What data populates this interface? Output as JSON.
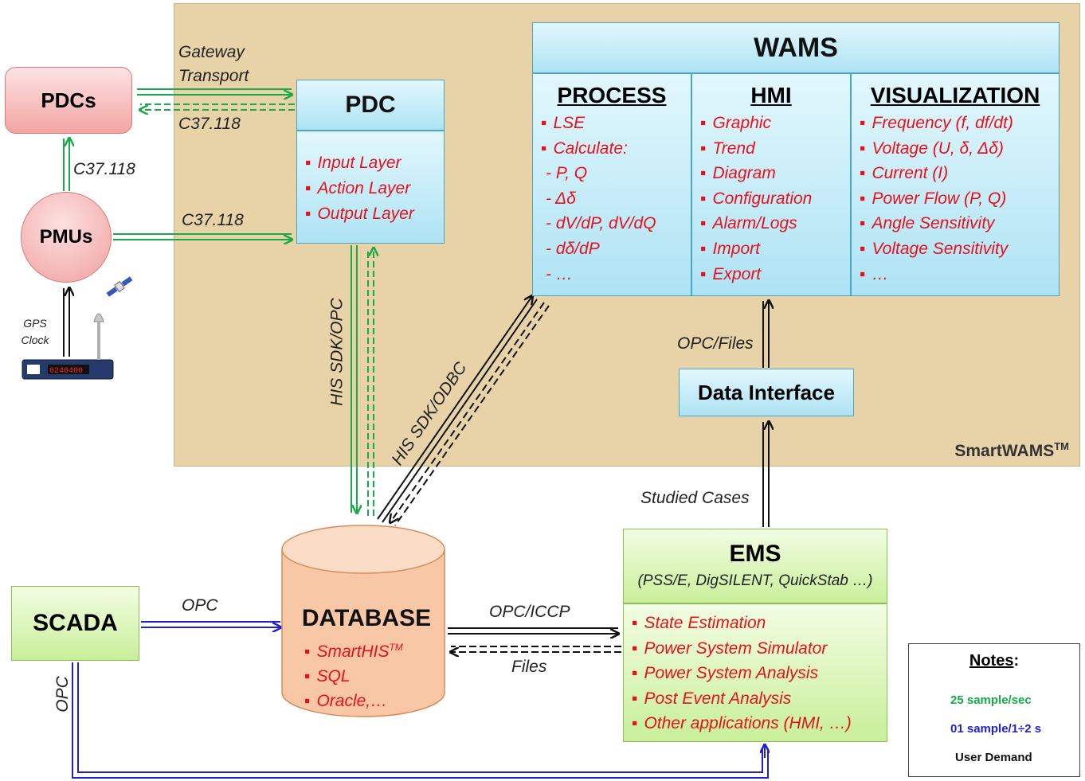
{
  "smartwams_label": "SmartWAMS",
  "smartwams_sup": "TM",
  "pdcs_label": "PDCs",
  "pmus_label": "PMUs",
  "gps_label": "GPS Clock",
  "pdc": {
    "title": "PDC",
    "items": [
      "Input Layer",
      "Action Layer",
      "Output Layer"
    ]
  },
  "wams": {
    "title": "WAMS",
    "process": {
      "title": "PROCESS",
      "items": [
        "LSE",
        "Calculate:"
      ],
      "sub": [
        "- P, Q",
        "- Δδ",
        "- dV/dP, dV/dQ",
        "- dδ/dP",
        "- …"
      ]
    },
    "hmi": {
      "title": "HMI",
      "items": [
        "Graphic",
        "Trend",
        "Diagram",
        "Configuration",
        "Alarm/Logs",
        "Import",
        "Export"
      ]
    },
    "visualization": {
      "title": "VISUALIZATION",
      "items": [
        "Frequency (f, df/dt)",
        "Voltage (U, δ, Δδ)",
        "Current (I)",
        "Power Flow (P, Q)",
        "Angle Sensitivity",
        "Voltage Sensitivity",
        "…"
      ]
    }
  },
  "data_interface": "Data Interface",
  "database": {
    "title": "DATABASE",
    "items": [
      "SmartHIS",
      "SQL",
      "Oracle,…"
    ],
    "sup": "TM"
  },
  "scada": "SCADA",
  "ems": {
    "title": "EMS",
    "subtitle": "(PSS/E, DigSILENT, QuickStab …)",
    "items": [
      "State Estimation",
      "Power System Simulator",
      "Power System Analysis",
      "Post Event Analysis",
      "Other applications (HMI, …)"
    ]
  },
  "labels": {
    "gateway1": "Gateway",
    "gateway2": "Transport",
    "c37_pdc": "C37.118",
    "c37_pmu_pdcs": "C37.118",
    "c37_pmu_pdc": "C37.118",
    "his_opc": "HIS SDK/OPC",
    "his_odbc": "HIS SDK/ODBC",
    "opc_files": "OPC/Files",
    "studied": "Studied Cases",
    "opc_scada": "OPC",
    "opc_iccp": "OPC/ICCP",
    "files": "Files",
    "opc_vert": "OPC"
  },
  "notes": {
    "title": "Notes",
    "green": "25 sample/sec",
    "blue": "01 sample/1÷2 s",
    "black": "User Demand"
  },
  "colors": {
    "green": "#19a84a",
    "blue": "#1f1fd6",
    "black": "#111111",
    "red": "#e8101a"
  }
}
